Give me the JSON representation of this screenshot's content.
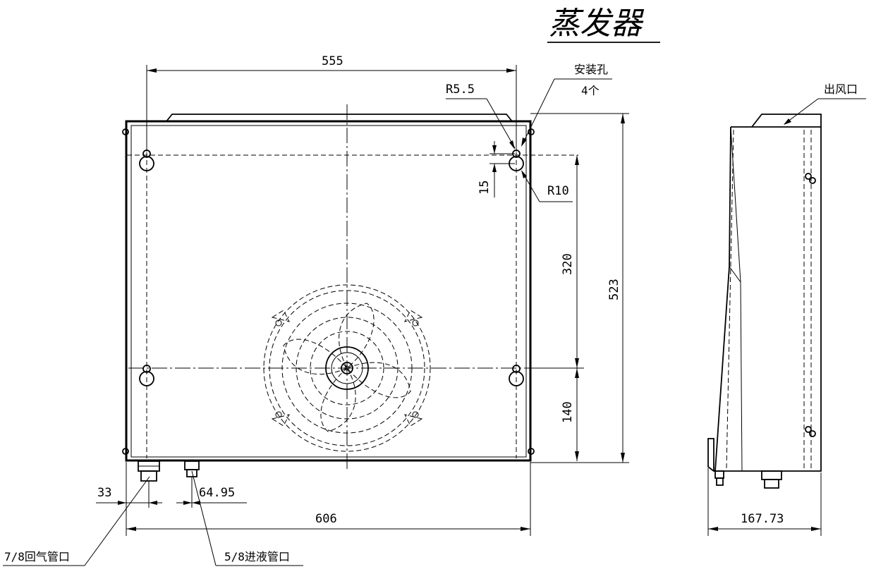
{
  "title": "蒸发器",
  "labels": {
    "mounting_hole": "安装孔",
    "mounting_hole_qty": "4个",
    "air_outlet": "出风口",
    "return_port": "7/8回气管口",
    "inlet_port": "5/8进液管口"
  },
  "dimensions": {
    "width_holes": "555",
    "width_total": "606",
    "height_total": "523",
    "hole_spacing_v": "320",
    "bottom_to_hole": "140",
    "slot_length": "15",
    "r_small": "R5.5",
    "r_large": "R10",
    "return_offset": "33",
    "inlet_offset": "64.95",
    "depth": "167.73"
  },
  "colors": {
    "line": "#000000",
    "background": "#ffffff"
  }
}
